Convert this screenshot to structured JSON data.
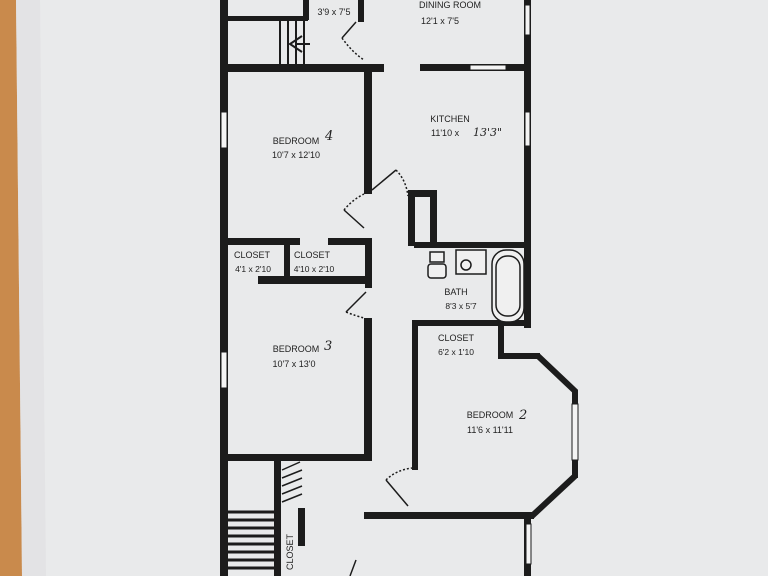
{
  "rooms": {
    "closet_top": {
      "dims": "3'9 x 7'5"
    },
    "dining": {
      "name": "DINING ROOM",
      "dims": "12'1 x 7'5"
    },
    "kitchen": {
      "name": "KITCHEN",
      "dims": "11'10 x ",
      "dims_handwritten": "13'3\""
    },
    "bedroom4": {
      "name": "BEDROOM",
      "number": "4",
      "dims": "10'7 x 12'10"
    },
    "closet_a": {
      "name": "CLOSET",
      "dims": "4'1 x 2'10"
    },
    "closet_b": {
      "name": "CLOSET",
      "dims": "4'10 x 2'10"
    },
    "bath": {
      "name": "BATH",
      "dims": "8'3 x 5'7"
    },
    "closet_c": {
      "name": "CLOSET",
      "dims": "6'2 x 1'10"
    },
    "bedroom3": {
      "name": "BEDROOM",
      "number": "3",
      "dims": "10'7 x 13'0"
    },
    "bedroom2": {
      "name": "BEDROOM",
      "number": "2",
      "dims": "11'6 x 11'11"
    },
    "closet_bottom": {
      "name": "CLOSET"
    }
  }
}
